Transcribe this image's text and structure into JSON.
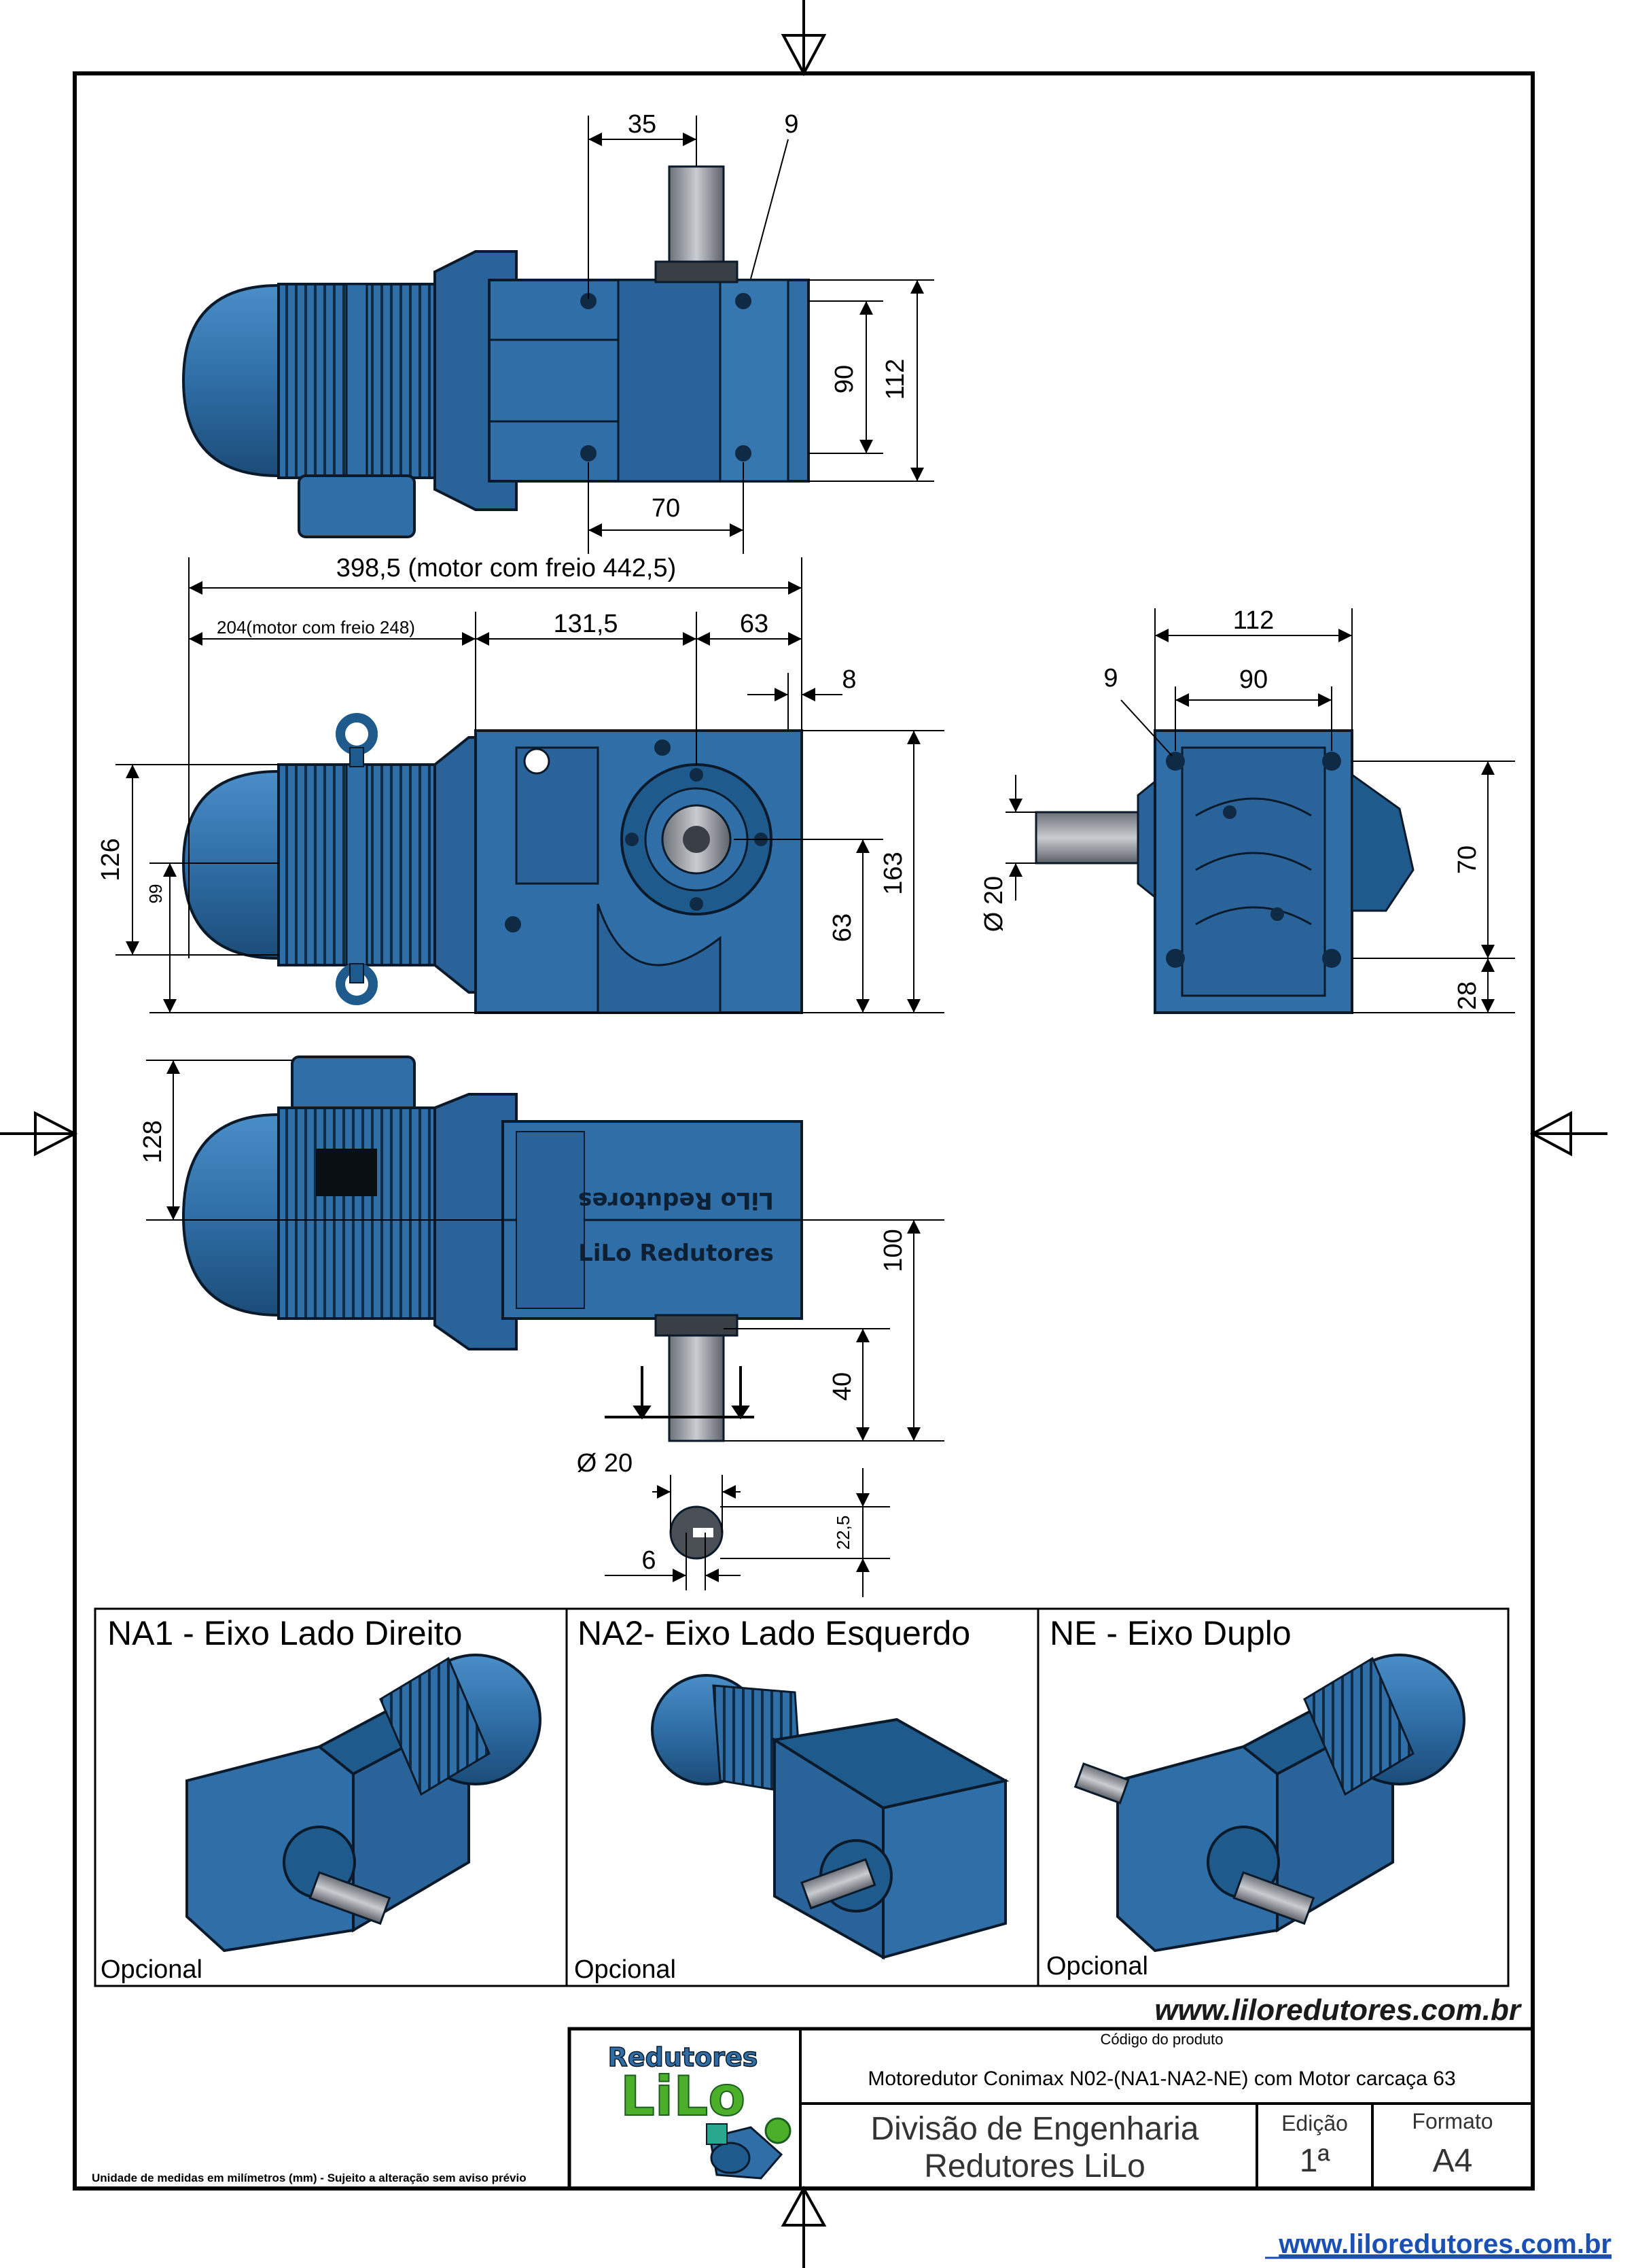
{
  "dimensions": {
    "top_view": {
      "d35": "35",
      "d9": "9",
      "d90": "90",
      "d112": "112",
      "d70": "70"
    },
    "front_view": {
      "overall": "398,5 (motor com freio 442,5)",
      "motor": "204(motor com freio 248)",
      "d131": "131,5",
      "d63": "63",
      "d8": "8",
      "d126": "126",
      "d99": "99",
      "d163": "163",
      "d63v": "63"
    },
    "side_view": {
      "d112": "112",
      "d90": "90",
      "d9": "9",
      "d70": "70",
      "d28": "28",
      "dia20": "Ø 20"
    },
    "bottom_view": {
      "d128": "128",
      "d100": "100",
      "d40": "40"
    },
    "shaft_section": {
      "dia20": "Ø 20",
      "d6": "6",
      "d22": "22,5"
    }
  },
  "engravings": {
    "mirrored": "LiLo Redutores",
    "normal": "LiLo Redutores"
  },
  "options": [
    {
      "title": "NA1 - Eixo Lado Direito",
      "footer": "Opcional",
      "orientation": "right"
    },
    {
      "title": "NA2- Eixo Lado Esquerdo",
      "footer": "Opcional",
      "orientation": "left"
    },
    {
      "title": "NE - Eixo Duplo",
      "footer": "Opcional",
      "orientation": "double"
    }
  ],
  "website": "www.liloredutores.com.br",
  "title_block": {
    "logo_top": "Redutores",
    "logo_main": "LiLo",
    "product_code_label": "Código do produto",
    "product_description": "Motoredutor Conimax N02-(NA1-NA2-NE) com Motor carcaça 63",
    "division_line1": "Divisão de Engenharia",
    "division_line2": "Redutores LiLo",
    "edition_label": "Edição",
    "edition_value": "1ª",
    "format_label": "Formato",
    "format_value": "A4"
  },
  "units_note": "Unidade de medidas em milímetros (mm) - Sujeito a alteração sem aviso prévio",
  "footer_url": "www.liloredutores.com.br",
  "colors": {
    "body": "#2f6ea6",
    "body_dark": "#1b4c78",
    "outline": "#0a1a2a",
    "shaft": "#8a8f96",
    "url_blue": "#1a4fb3"
  }
}
